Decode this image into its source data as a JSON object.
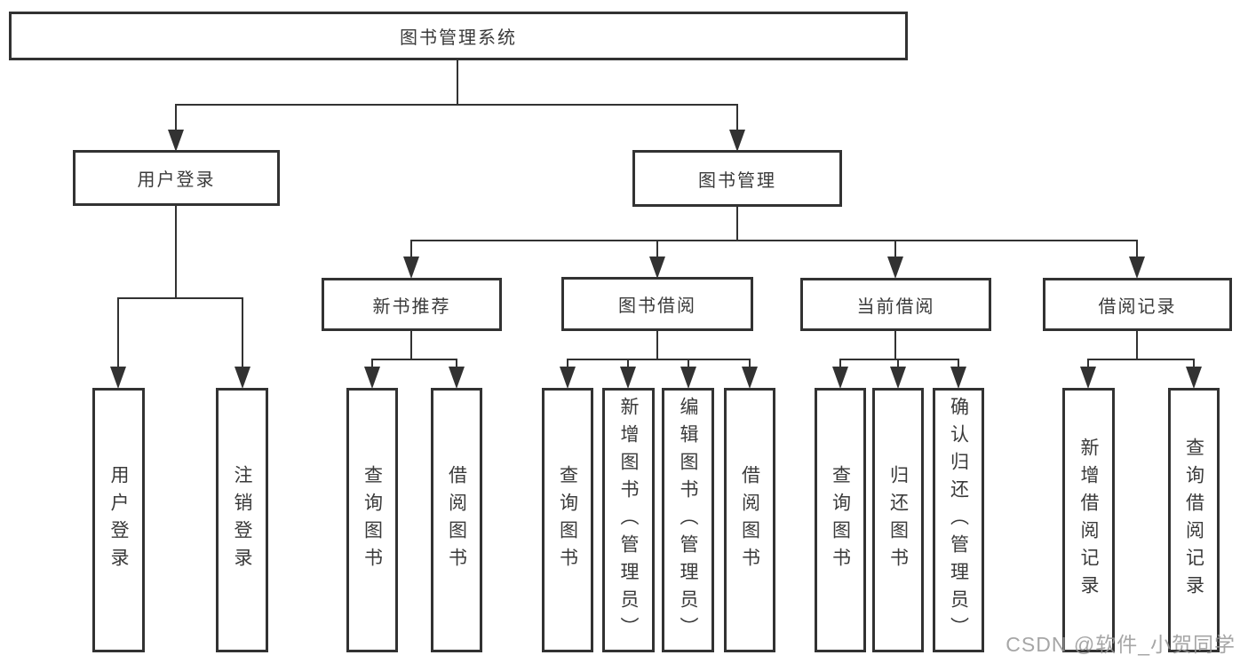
{
  "page": {
    "watermark": "CSDN @软件_小贺同学"
  },
  "colors": {
    "line": "#323232",
    "border": "#323232",
    "text": "#3a3a3a",
    "watermark": "#969696",
    "background": "#ffffff"
  },
  "tree": {
    "root": "图书管理系统",
    "branches": [
      {
        "label": "用户登录",
        "leaves": [
          "用户登录",
          "注销登录"
        ]
      },
      {
        "label": "图书管理",
        "groups": [
          {
            "label": "新书推荐",
            "leaves": [
              "查询图书",
              "借阅图书"
            ]
          },
          {
            "label": "图书借阅",
            "leaves": [
              "查询图书",
              "新增图书（管理员）",
              "编辑图书（管理员）",
              "借阅图书"
            ]
          },
          {
            "label": "当前借阅",
            "leaves": [
              "查询图书",
              "归还图书",
              "确认归还（管理员）"
            ]
          },
          {
            "label": "借阅记录",
            "leaves": [
              "新增借阅记录",
              "查询借阅记录"
            ]
          }
        ]
      }
    ]
  }
}
